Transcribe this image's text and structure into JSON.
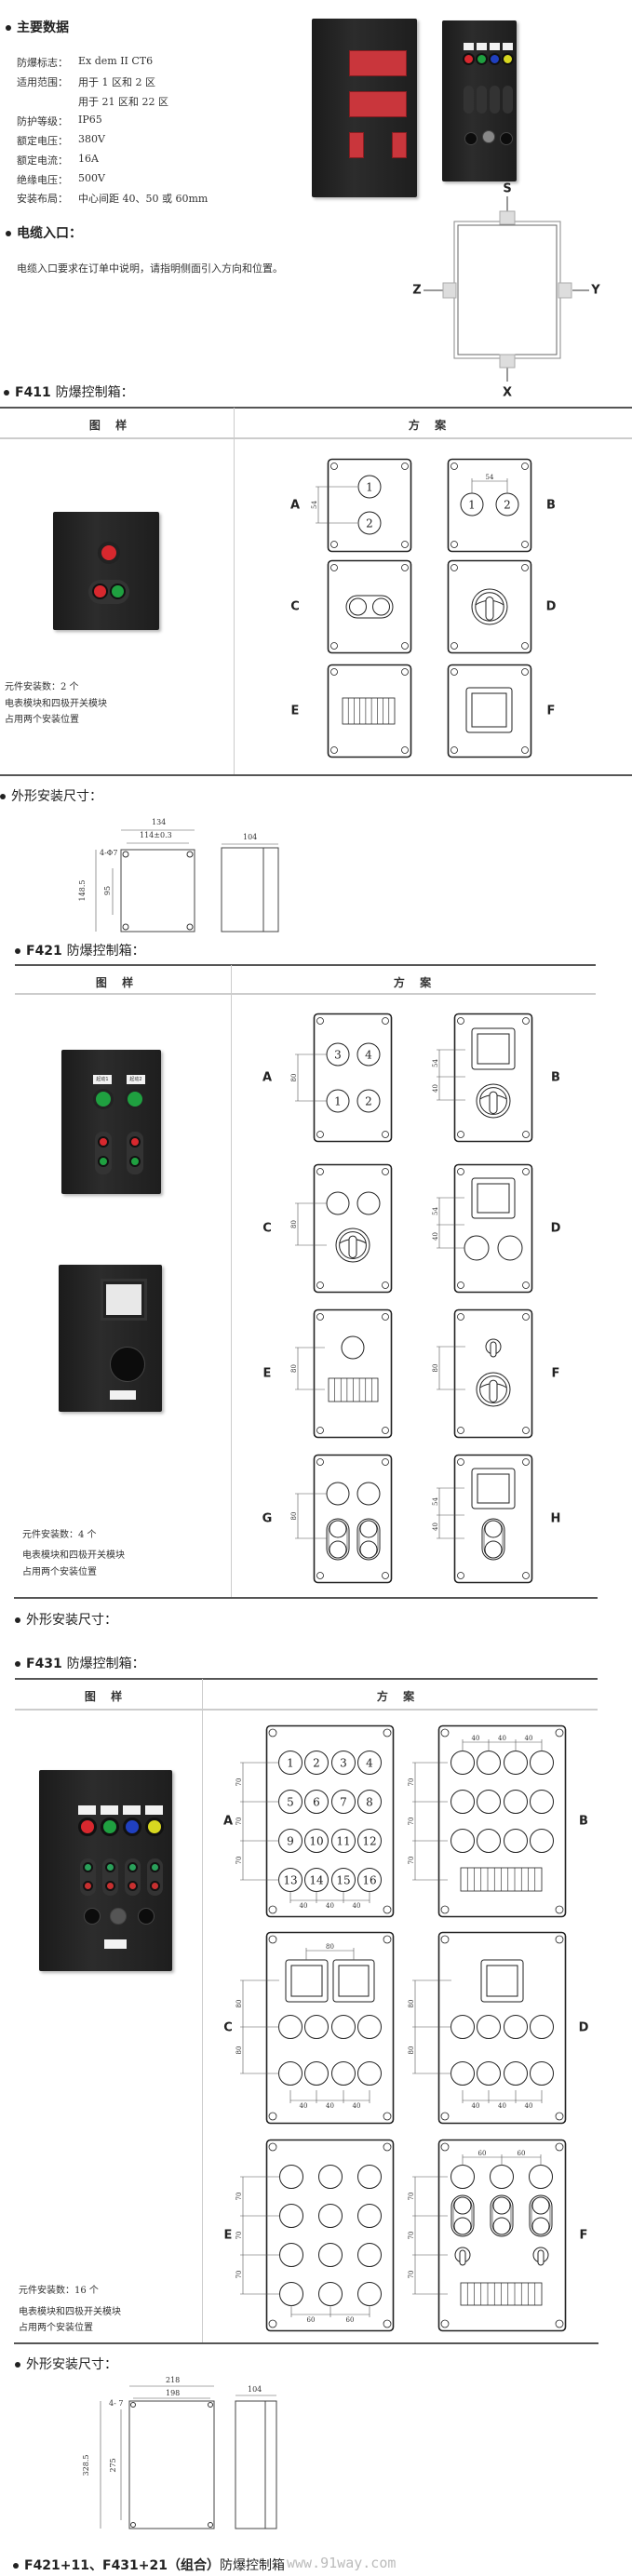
{
  "main_data": {
    "heading": "主要数据",
    "specs": [
      {
        "label": "防爆标志：",
        "value": "Ex dem II CT6"
      },
      {
        "label": "适用范围：",
        "value": "用于 1 区和 2 区"
      },
      {
        "label": "",
        "value": "用于 21 区和 22 区"
      },
      {
        "label": "防护等级：",
        "value": "IP65"
      },
      {
        "label": "额定电压：",
        "value": "380V"
      },
      {
        "label": "额定电流：",
        "value": "16A"
      },
      {
        "label": "绝缘电压：",
        "value": "500V"
      },
      {
        "label": "安装布局：",
        "value": "中心间距 40、50 或 60mm"
      }
    ]
  },
  "cable_entry": {
    "heading": "电缆入口：",
    "text": "电缆入口要求在订单中说明，请指明侧面引入方向和位置。",
    "directions": {
      "s": "S",
      "z": "Z",
      "y": "Y",
      "x": "X"
    }
  },
  "table_headers": {
    "sample": "图 样",
    "scheme": "方 案"
  },
  "f411": {
    "model": "F411",
    "title": "防爆控制箱：",
    "caption": [
      "元件安装数：2 个",
      "电表模块和四极开关模块",
      "占用两个安装位置"
    ],
    "panels": [
      {
        "letter": "A",
        "nums": [
          "1",
          "2"
        ],
        "dims": [
          "54"
        ]
      },
      {
        "letter": "B",
        "nums": [
          "1",
          "2"
        ],
        "dims": [
          "54"
        ]
      },
      {
        "letter": "C"
      },
      {
        "letter": "D"
      },
      {
        "letter": "E"
      },
      {
        "letter": "F"
      }
    ]
  },
  "f411_dims": {
    "heading": "外形安装尺寸：",
    "width": "134",
    "hole_spacing": "114±0.3",
    "depth": "104",
    "holes": "4-Φ7",
    "height": "148.5",
    "hole_vertical": "95"
  },
  "f421": {
    "model": "F421",
    "title": "防爆控制箱：",
    "photo_labels": [
      "起动1",
      "起动2"
    ],
    "caption": [
      "元件安装数：4 个",
      "电表模块和四极开关模块",
      "占用两个安装位置"
    ],
    "panels": [
      {
        "letter": "A",
        "nums": [
          "3",
          "4",
          "1",
          "2"
        ],
        "dims": [
          "80"
        ]
      },
      {
        "letter": "B",
        "dims": [
          "54",
          "40"
        ]
      },
      {
        "letter": "C",
        "dims": [
          "80"
        ]
      },
      {
        "letter": "D",
        "dims": [
          "54",
          "40"
        ]
      },
      {
        "letter": "E",
        "dims": [
          "80"
        ]
      },
      {
        "letter": "F",
        "dims": [
          "80"
        ]
      },
      {
        "letter": "G",
        "dims": [
          "80"
        ]
      },
      {
        "letter": "H",
        "dims": [
          "54",
          "40"
        ]
      }
    ]
  },
  "f421_dims": {
    "heading": "外形安装尺寸："
  },
  "f431": {
    "model": "F431",
    "title": "防爆控制箱：",
    "caption": [
      "元件安装数：16 个",
      "电表模块和四极开关模块",
      "占用两个安装位置"
    ],
    "panels": [
      {
        "letter": "A",
        "nums": [
          "1",
          "2",
          "3",
          "4",
          "5",
          "6",
          "7",
          "8",
          "9",
          "10",
          "11",
          "12",
          "13",
          "14",
          "15",
          "16"
        ],
        "dims": [
          "70",
          "70",
          "70",
          "40",
          "40",
          "40"
        ]
      },
      {
        "letter": "B",
        "dims": [
          "40",
          "40",
          "40",
          "70",
          "70",
          "70"
        ]
      },
      {
        "letter": "C",
        "dims": [
          "80",
          "80",
          "80",
          "40",
          "40",
          "40"
        ]
      },
      {
        "letter": "D",
        "dims": [
          "80",
          "80",
          "40",
          "40",
          "40"
        ]
      },
      {
        "letter": "E",
        "dims": [
          "70",
          "70",
          "70",
          "60",
          "60"
        ]
      },
      {
        "letter": "F",
        "dims": [
          "60",
          "60",
          "70",
          "70",
          "70"
        ]
      }
    ]
  },
  "f431_dims": {
    "heading": "外形安装尺寸：",
    "width": "218",
    "hole_spacing": "198",
    "depth": "104",
    "holes": "4-  7",
    "height": "328.5",
    "hole_vertical": "275"
  },
  "combo": {
    "model": "F421+11、F431+21（组合）",
    "title": "防爆控制箱"
  },
  "watermark": "www.91way.com",
  "colors": {
    "text": "#222222",
    "rule": "#555555",
    "light_rule": "#cccccc",
    "box": "#1f1f1f",
    "red": "#d8282e",
    "green": "#1fa040",
    "blue": "#2040c0",
    "yellow": "#d8d820"
  }
}
